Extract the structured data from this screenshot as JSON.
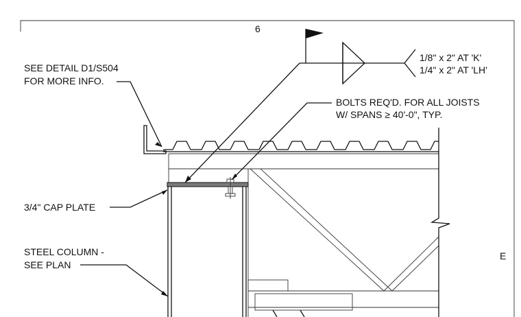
{
  "sheet": {
    "grid_top": "6",
    "grid_right": "E"
  },
  "notes": {
    "see_detail_line1": "SEE DETAIL D1/S504",
    "see_detail_line2": "FOR MORE INFO.",
    "weld_line1": "1/8\" x 2\" AT 'K'",
    "weld_line2": "1/4\" x 2\" AT 'LH'",
    "bolts_line1": "BOLTS REQ'D. FOR ALL JOISTS",
    "bolts_line2": "W/ SPANS ≥ 40'-0\", TYP.",
    "cap_plate": "3/4\" CAP PLATE",
    "column_line1": "STEEL COLUMN -",
    "column_line2": "SEE PLAN"
  },
  "colors": {
    "line": "#111111",
    "cap_plate_fill": "#7a7a7a"
  }
}
